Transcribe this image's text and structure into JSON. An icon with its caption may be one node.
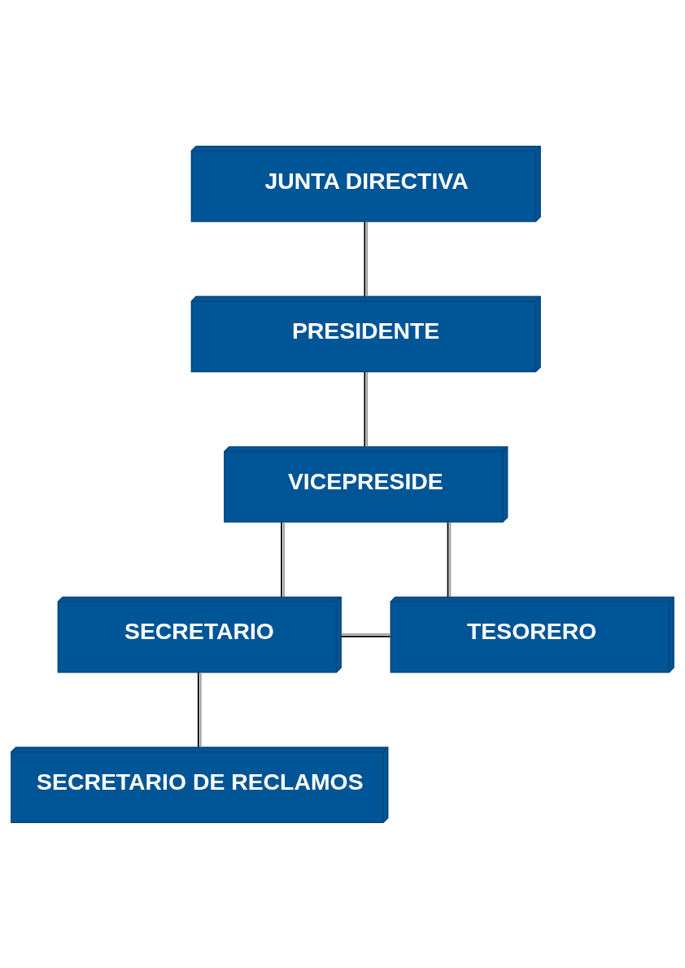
{
  "diagram": {
    "nodes": [
      {
        "text": [
          "JUNTA DIRECTIVA"
        ]
      },
      {
        "text": [
          "PRESIDENTE"
        ]
      },
      {
        "text": [
          "VICEPRESIDE"
        ]
      },
      {
        "text": [
          "SECRETARIO"
        ]
      },
      {
        "text": [
          "TESORERO"
        ]
      },
      {
        "text": [
          "SECRETARIO DE RECLAMOS"
        ]
      }
    ],
    "edges": [
      {
        "from": 0,
        "to": 1,
        "arrow": "none"
      },
      {
        "from": 1,
        "to": 2,
        "arrow": "none"
      },
      {
        "from": 2,
        "to": 3,
        "arrow": "none"
      },
      {
        "from": 2,
        "to": 4,
        "arrow": "none"
      },
      {
        "from": 3,
        "to": 4,
        "arrow": "none"
      },
      {
        "from": 3,
        "to": 5,
        "arrow": "none"
      }
    ]
  }
}
